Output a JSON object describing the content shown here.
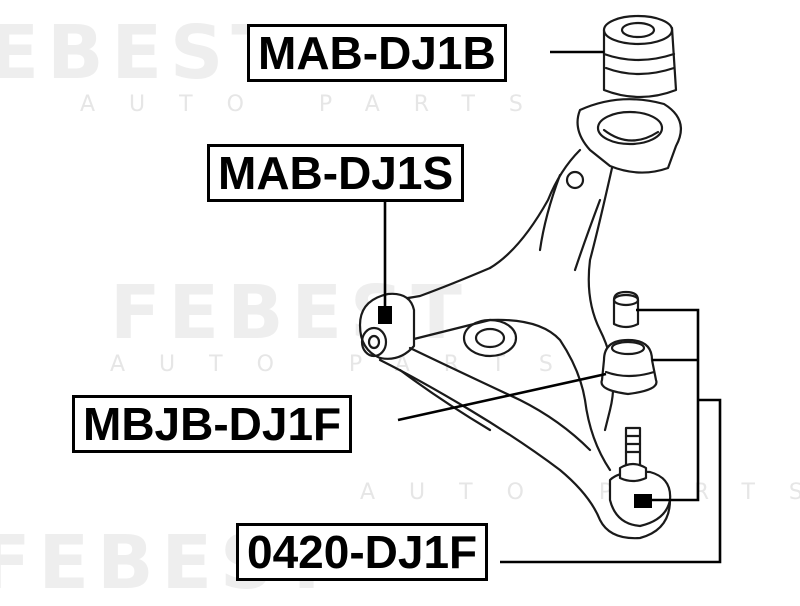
{
  "watermark": {
    "brand": "FEBEST",
    "tagline": "AUTO PARTS"
  },
  "labels": {
    "upper_bushing": "MAB-DJ1B",
    "arm_bushing": "MAB-DJ1S",
    "ball_joint_boot": "MBJB-DJ1F",
    "ball_joint": "0420-DJ1F"
  },
  "colors": {
    "line": "#000000",
    "watermark": "#eeeeee",
    "part_outline": "#1a1a1a"
  }
}
